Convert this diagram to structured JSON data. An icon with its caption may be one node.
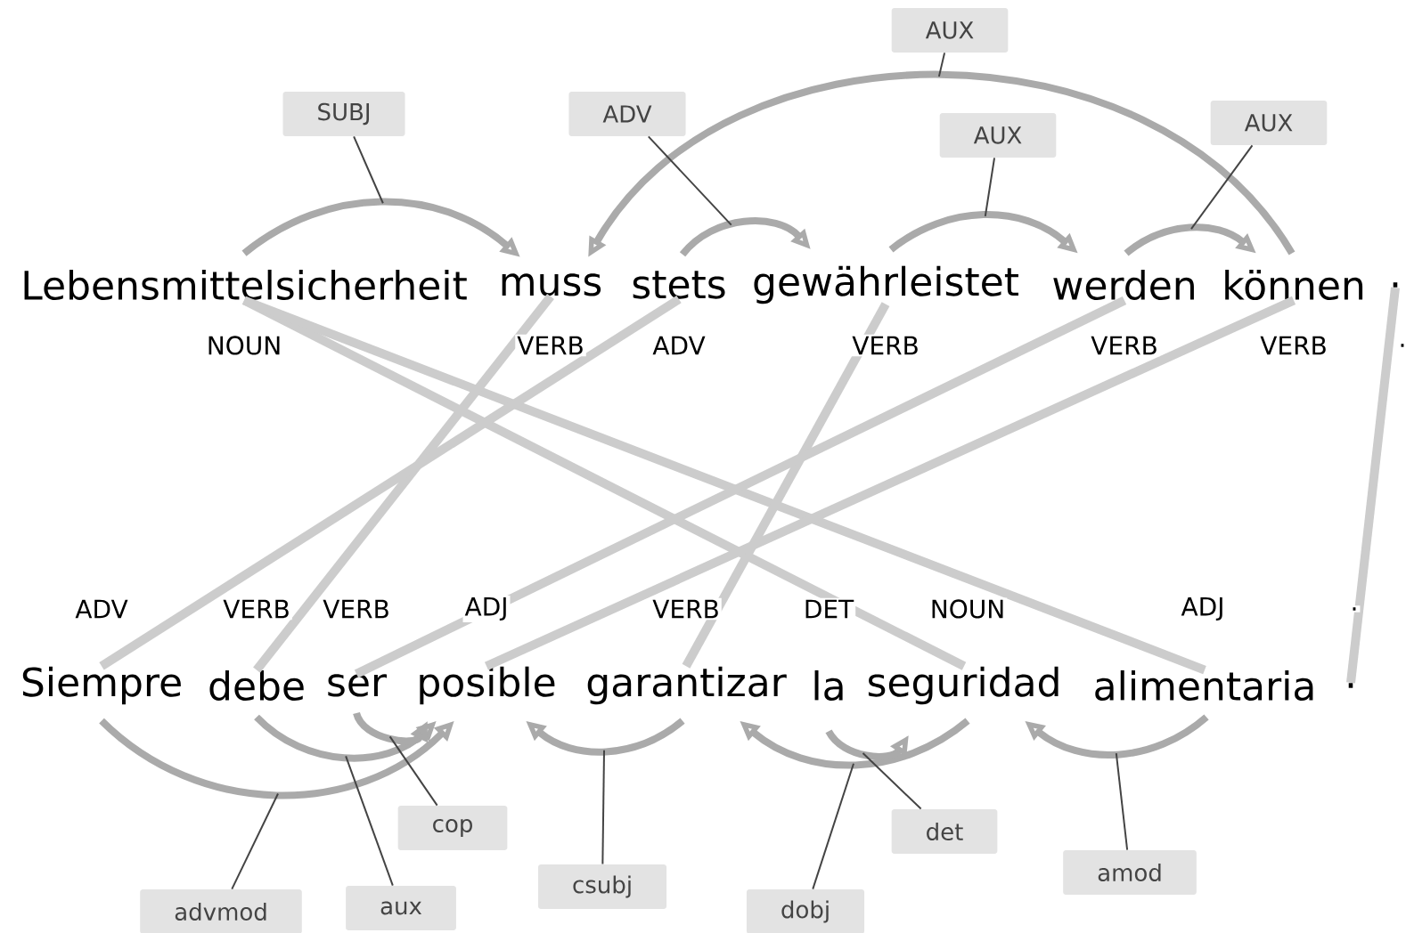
{
  "diagram": {
    "nodes": [
      {
        "text": [
          "Lebensmittelsicherheit"
        ],
        "beside": [
          "NOUN"
        ]
      },
      {
        "text": [
          "muss"
        ],
        "beside": [
          "VERB"
        ]
      },
      {
        "text": [
          "stets"
        ],
        "beside": [
          "ADV"
        ]
      },
      {
        "text": [
          "gewährleistet"
        ],
        "beside": [
          "VERB"
        ]
      },
      {
        "text": [
          "werden"
        ],
        "beside": [
          "VERB"
        ]
      },
      {
        "text": [
          "können"
        ],
        "beside": [
          "VERB"
        ]
      },
      {
        "text": [
          "."
        ],
        "beside": [
          "."
        ]
      },
      {
        "text": [
          "Siempre"
        ],
        "beside": [
          "ADV"
        ]
      },
      {
        "text": [
          "debe"
        ],
        "beside": [
          "VERB"
        ]
      },
      {
        "text": [
          "ser"
        ],
        "beside": [
          "VERB"
        ]
      },
      {
        "text": [
          "posible"
        ],
        "beside": [
          "ADJ"
        ]
      },
      {
        "text": [
          "garantizar"
        ],
        "beside": [
          "VERB"
        ]
      },
      {
        "text": [
          "la"
        ],
        "beside": [
          "DET"
        ]
      },
      {
        "text": [
          "seguridad"
        ],
        "beside": [
          "NOUN"
        ]
      },
      {
        "text": [
          "alimentaria"
        ],
        "beside": [
          "ADJ"
        ]
      },
      {
        "text": [
          "."
        ],
        "beside": [
          "."
        ]
      },
      {
        "text": [
          "SUBJ"
        ]
      },
      {
        "text": [
          "ADV"
        ]
      },
      {
        "text": [
          "AUX"
        ]
      },
      {
        "text": [
          "AUX"
        ]
      },
      {
        "text": [
          "AUX"
        ]
      },
      {
        "text": [
          "advmod"
        ]
      },
      {
        "text": [
          "aux"
        ]
      },
      {
        "text": [
          "cop"
        ]
      },
      {
        "text": [
          "csubj"
        ]
      },
      {
        "text": [
          "dobj"
        ]
      },
      {
        "text": [
          "det"
        ]
      },
      {
        "text": [
          "amod"
        ]
      }
    ],
    "edges": [
      {
        "from": 0,
        "to": 1,
        "arrow": "to"
      },
      {
        "from": 2,
        "to": 3,
        "arrow": "to"
      },
      {
        "from": 5,
        "to": 1,
        "arrow": "to"
      },
      {
        "from": 3,
        "to": 4,
        "arrow": "to"
      },
      {
        "from": 4,
        "to": 5,
        "arrow": "to"
      },
      {
        "from": 7,
        "to": 10,
        "arrow": "to"
      },
      {
        "from": 8,
        "to": 10,
        "arrow": "to"
      },
      {
        "from": 9,
        "to": 10,
        "arrow": "to"
      },
      {
        "from": 11,
        "to": 10,
        "arrow": "to"
      },
      {
        "from": 13,
        "to": 11,
        "arrow": "to"
      },
      {
        "from": 12,
        "to": 13,
        "arrow": "to"
      },
      {
        "from": 14,
        "to": 13,
        "arrow": "to"
      },
      {
        "from": 0,
        "to": 13,
        "arrow": "none",
        "color": "#cccccc"
      },
      {
        "from": 0,
        "to": 14,
        "arrow": "none",
        "color": "#cccccc"
      },
      {
        "from": 1,
        "to": 8,
        "arrow": "none",
        "color": "#cccccc"
      },
      {
        "from": 2,
        "to": 7,
        "arrow": "none",
        "color": "#cccccc"
      },
      {
        "from": 3,
        "to": 11,
        "arrow": "none",
        "color": "#cccccc"
      },
      {
        "from": 4,
        "to": 9,
        "arrow": "none",
        "color": "#cccccc"
      },
      {
        "from": 5,
        "to": 10,
        "arrow": "none",
        "color": "#cccccc"
      },
      {
        "from": 6,
        "to": 15,
        "arrow": "none",
        "color": "#cccccc"
      },
      {
        "from": 16,
        "to": null,
        "arrow": "none",
        "color": "#444444"
      },
      {
        "from": 17,
        "to": null,
        "arrow": "none",
        "color": "#444444"
      },
      {
        "from": 18,
        "to": null,
        "arrow": "none",
        "color": "#444444"
      },
      {
        "from": 19,
        "to": null,
        "arrow": "none",
        "color": "#444444"
      },
      {
        "from": 20,
        "to": null,
        "arrow": "none",
        "color": "#444444"
      },
      {
        "from": 21,
        "to": null,
        "arrow": "none",
        "color": "#444444"
      },
      {
        "from": 22,
        "to": null,
        "arrow": "none",
        "color": "#444444"
      },
      {
        "from": 23,
        "to": null,
        "arrow": "none",
        "color": "#444444"
      },
      {
        "from": 24,
        "to": null,
        "arrow": "none",
        "color": "#444444"
      },
      {
        "from": 25,
        "to": null,
        "arrow": "none",
        "color": "#444444"
      },
      {
        "from": 26,
        "to": null,
        "arrow": "none",
        "color": "#444444"
      },
      {
        "from": 27,
        "to": null,
        "arrow": "none",
        "color": "#444444"
      }
    ]
  }
}
